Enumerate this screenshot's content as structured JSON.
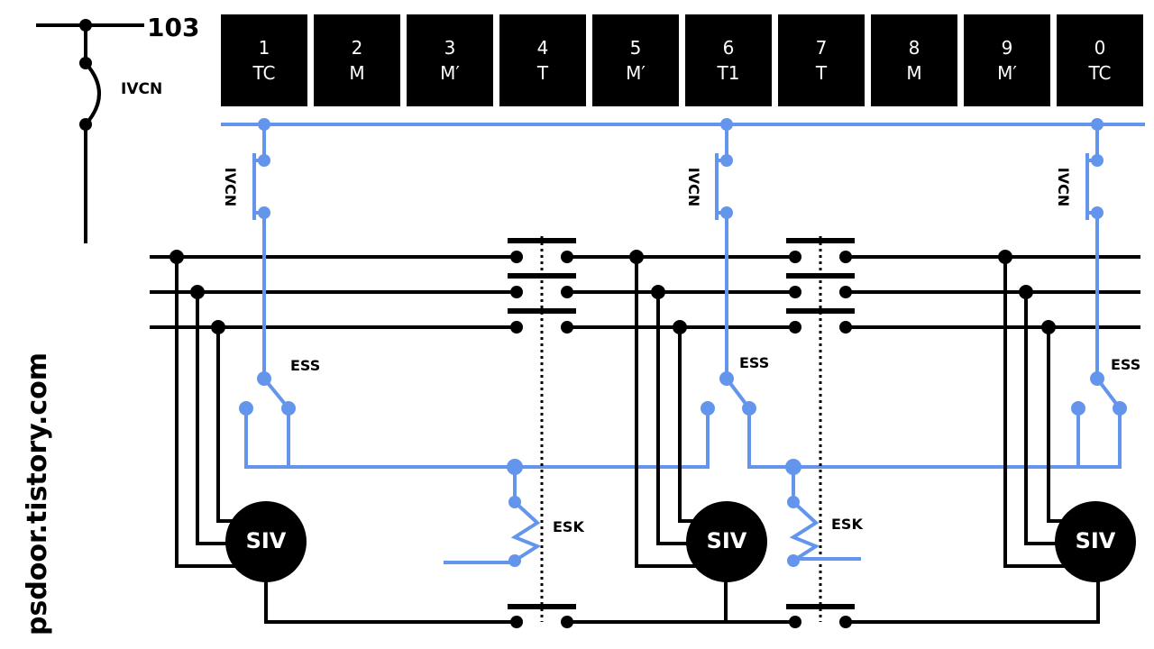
{
  "header": {
    "line_number": "103",
    "main_switch_label": "IVCN"
  },
  "cars": [
    {
      "num": "1",
      "type": "TC"
    },
    {
      "num": "2",
      "type": "M"
    },
    {
      "num": "3",
      "type": "M′"
    },
    {
      "num": "4",
      "type": "T"
    },
    {
      "num": "5",
      "type": "M′"
    },
    {
      "num": "6",
      "type": "T1"
    },
    {
      "num": "7",
      "type": "T"
    },
    {
      "num": "8",
      "type": "M"
    },
    {
      "num": "9",
      "type": "M′"
    },
    {
      "num": "0",
      "type": "TC"
    }
  ],
  "units": [
    {
      "ivcn_label": "IVCN",
      "ess_label": "ESS",
      "siv_label": "SIV"
    },
    {
      "ivcn_label": "IVCN",
      "ess_label": "ESS",
      "siv_label": "SIV"
    },
    {
      "ivcn_label": "IVCN",
      "ess_label": "ESS",
      "siv_label": "SIV"
    }
  ],
  "couplers": [
    {
      "esk_label": "ESK"
    },
    {
      "esk_label": "ESK"
    }
  ],
  "watermark": "psdoor.tistory.com",
  "colors": {
    "control_line": "#6495ED",
    "power_line": "#000000",
    "car_box": "#000000",
    "car_text": "#ffffff"
  }
}
